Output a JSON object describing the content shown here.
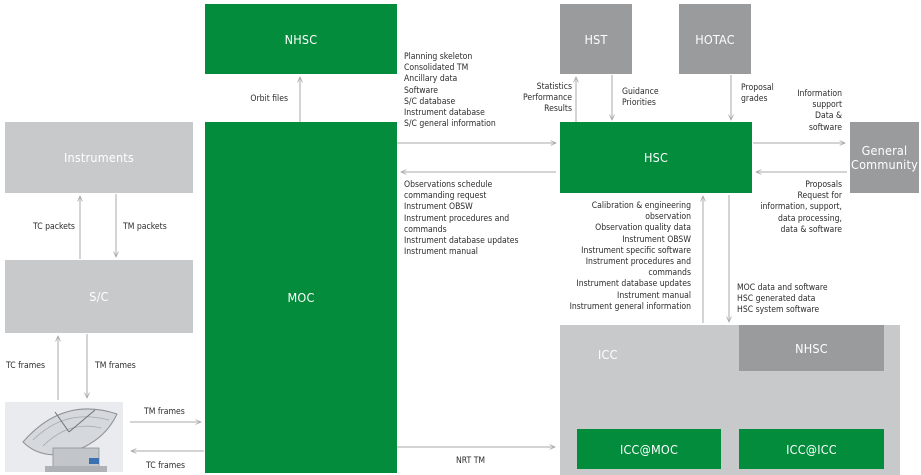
{
  "boxes": {
    "nhsc_top": "NHSC",
    "hst": "HST",
    "hotac": "HOTAC",
    "instruments": "Instruments",
    "moc": "MOC",
    "hsc": "HSC",
    "general_community": "General\nCommunity",
    "sc": "S/C",
    "icc": "ICC",
    "nhsc_icc": "NHSC",
    "icc_moc": "ICC@MOC",
    "icc_icc": "ICC@ICC"
  },
  "labels": {
    "orbit_files": "Orbit files",
    "moc_to_hsc": "Planning skeleton\nConsolidated TM\nAncillary data\nSoftware\nS/C database\nInstrument database\nS/C general information",
    "statistics": "Statistics\nPerformance\nResults",
    "guidance": "Guidance\nPriorities",
    "proposal_grades": "Proposal\ngrades",
    "info_support": "Information\nsupport\nData &\nsoftware",
    "hsc_to_moc": "Observations schedule\ncommanding request\nInstrument OBSW\nInstrument procedures and\ncommands\nInstrument database updates\nInstrument manual",
    "proposals": "Proposals\nRequest for\ninformation, support,\ndata processing,\ndata & software",
    "icc_to_hsc": "Calibration & engineering\nobservation\nObservation quality data\nInstrument OBSW\nInstrument specific software\nInstrument procedures and\ncommands\nInstrument database updates\nInstrument manual\nInstrument general information",
    "hsc_to_icc": "MOC data and software\nHSC generated data\nHSC system software",
    "tc_packets": "TC packets",
    "tm_packets": "TM packets",
    "tc_frames_left": "TC frames",
    "tm_frames_left": "TM frames",
    "tm_frames_bottom": "TM frames",
    "tc_frames_bottom": "TC frames",
    "nrt_tm": "NRT TM"
  },
  "colors": {
    "green": "#038c3c",
    "light_grey": "#c8c9cb",
    "dark_grey": "#9a9b9d",
    "arrow": "#a9aaac"
  },
  "icons": {
    "ground_station": "antenna-dish-icon"
  }
}
